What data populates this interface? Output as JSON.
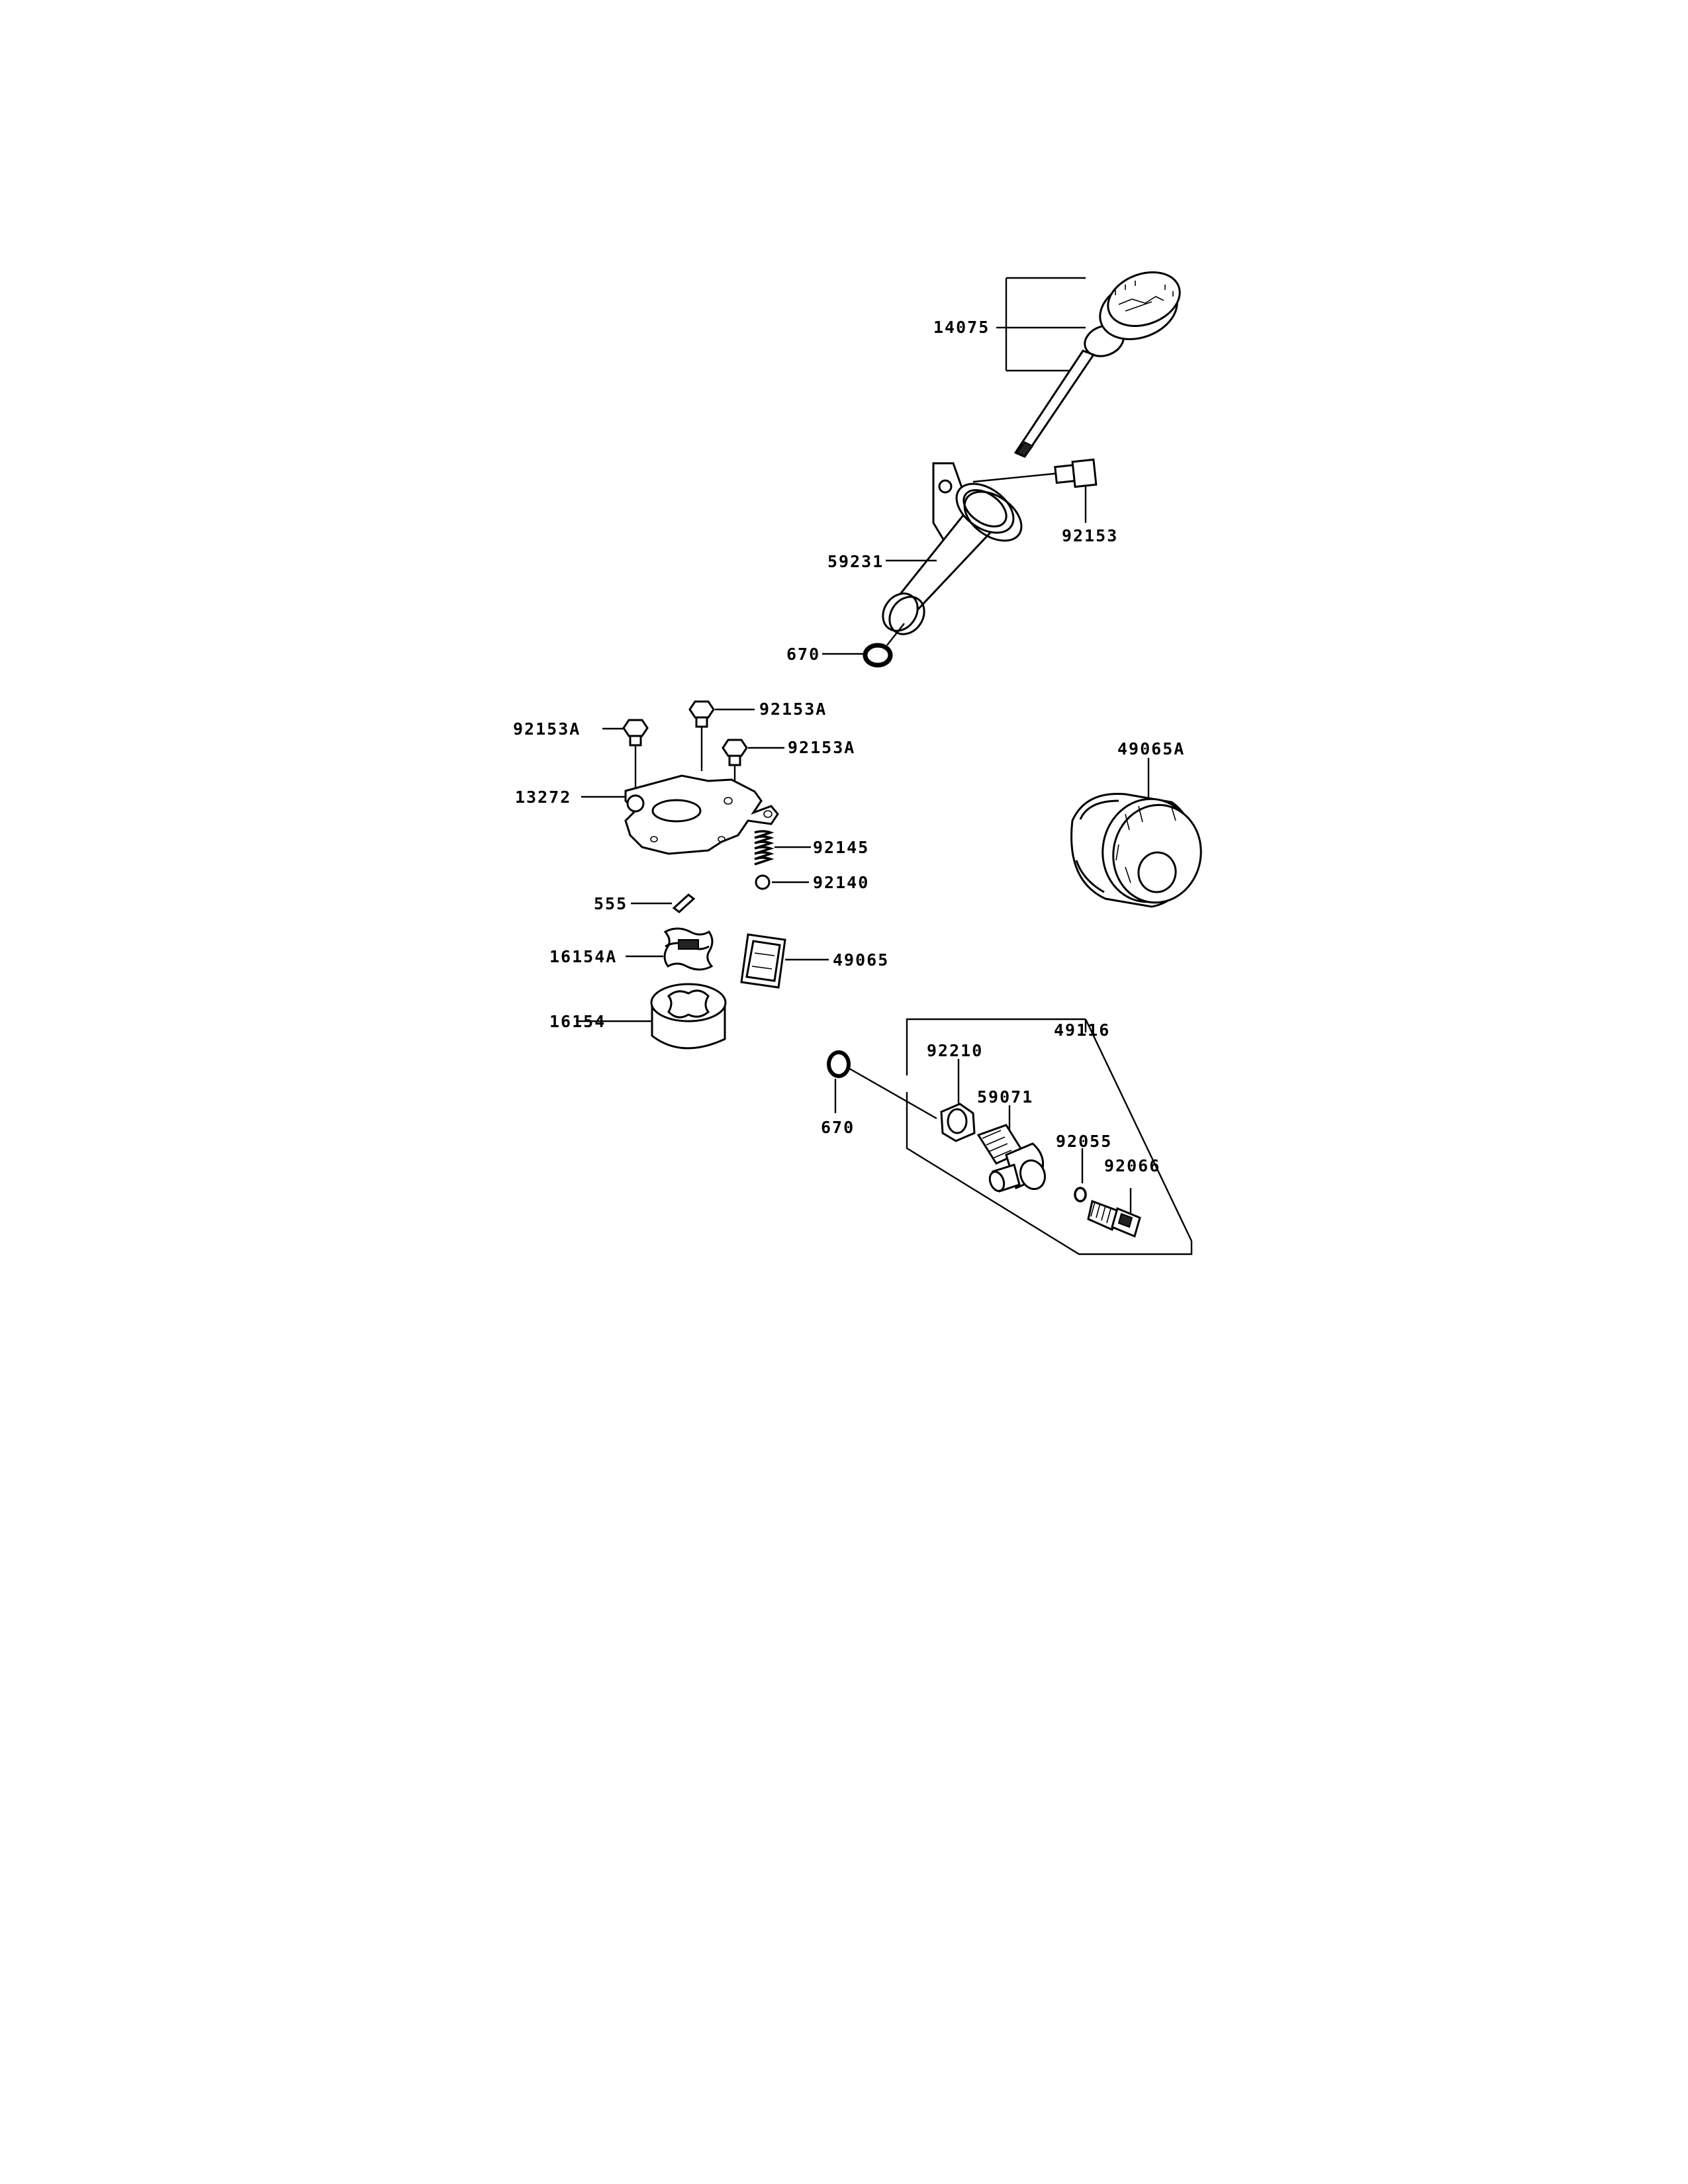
{
  "diagram": {
    "labels": {
      "p14075": "14075",
      "p92153": "92153",
      "p59231": "59231",
      "p670_top": "670",
      "p92153A_left": "92153A",
      "p92153A_top": "92153A",
      "p92153A_right": "92153A",
      "p13272": "13272",
      "p92145": "92145",
      "p92140": "92140",
      "p555": "555",
      "p16154A": "16154A",
      "p49065": "49065",
      "p16154": "16154",
      "p49065A": "49065A",
      "p49116": "49116",
      "p92210": "92210",
      "p59071": "59071",
      "p670_bottom": "670",
      "p92055": "92055",
      "p92066": "92066"
    }
  }
}
